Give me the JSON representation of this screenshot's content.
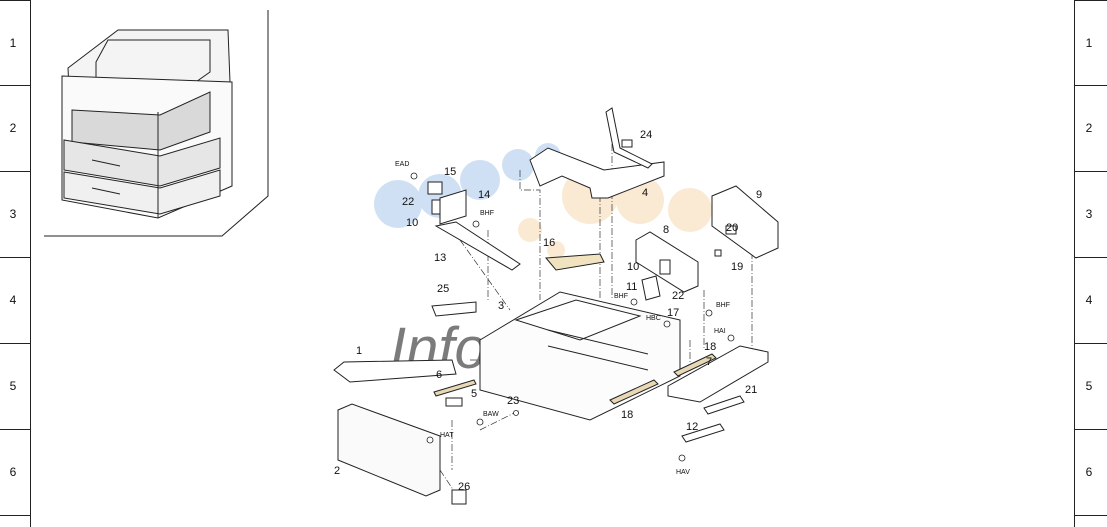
{
  "row_numbers": [
    "1",
    "2",
    "3",
    "4",
    "5",
    "6"
  ],
  "parts": {
    "p1": "1",
    "p2": "2",
    "p3": "3",
    "p4": "4",
    "p5": "5",
    "p6": "6",
    "p7": "7",
    "p8": "8",
    "p9": "9",
    "p10a": "10",
    "p10b": "10",
    "p11": "11",
    "p12": "12",
    "p13": "13",
    "p14": "14",
    "p15": "15",
    "p16": "16",
    "p17": "17",
    "p18a": "18",
    "p18b": "18",
    "p19": "19",
    "p20": "20",
    "p21": "21",
    "p22a": "22",
    "p22b": "22",
    "p23": "23",
    "p24": "24",
    "p25": "25",
    "p26": "26"
  },
  "screw_codes": {
    "ead": "EAD",
    "bhf1": "BHF",
    "bhf2": "BHF",
    "bhf3": "BHF",
    "hbc": "HBC",
    "hai": "HAI",
    "baw": "BAW",
    "hat": "HAT",
    "hav": "HAV"
  }
}
